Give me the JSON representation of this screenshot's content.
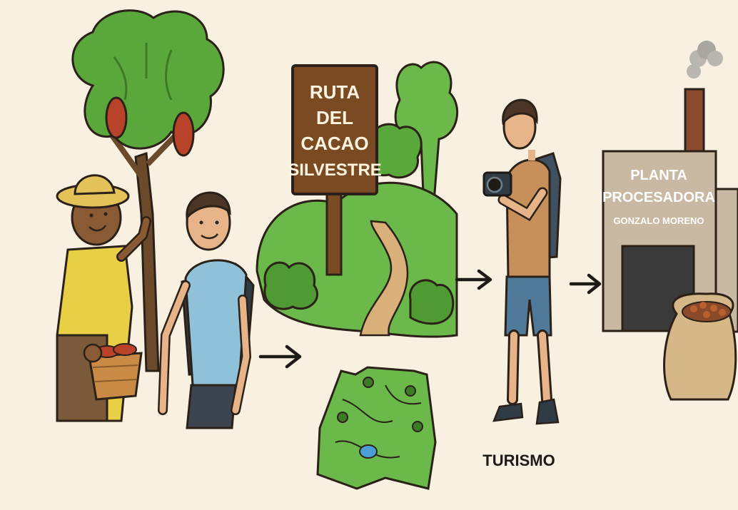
{
  "sign": {
    "line1": "RUTA",
    "line2": "DEL",
    "line3": "CACAO",
    "line4": "SILVESTRE"
  },
  "factory": {
    "line1": "PLANTA",
    "line2": "PROCESADORA",
    "line3": "GONZALO MORENO"
  },
  "tourism_label": "TURISMO",
  "colors": {
    "background": "#f8f0e1",
    "leaf_green": "#5aa83b",
    "cacao_pod": "#b8432a",
    "sign_brown": "#7a4b22",
    "outline": "#2b2118"
  },
  "icons": {
    "arrow": "right-arrow-icon",
    "map": "map-icon",
    "camera": "camera-icon"
  }
}
